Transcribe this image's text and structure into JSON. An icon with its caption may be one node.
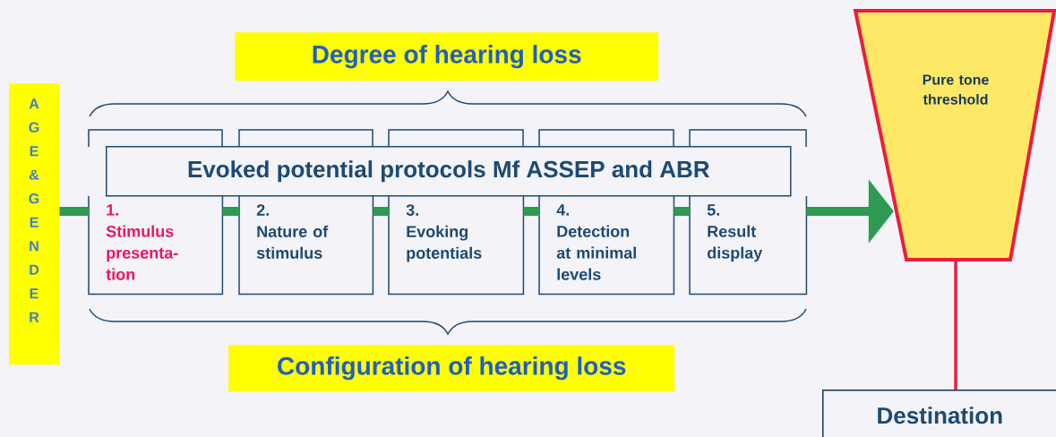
{
  "diagram": {
    "nodes": [
      {
        "text": [
          "A G E & G E N D E R"
        ]
      },
      {
        "text": [
          "Degree of hearing loss"
        ]
      },
      {
        "text": [
          "Evoked potential protocols  Mf ASSEP and ABR"
        ]
      },
      {
        "text": [
          "1.",
          "Stimulus presenta-tion"
        ]
      },
      {
        "text": [
          "2.",
          "Nature of stimulus"
        ]
      },
      {
        "text": [
          "3.",
          "Evoking potentials"
        ]
      },
      {
        "text": [
          "4.",
          "Detection at minimal levels"
        ]
      },
      {
        "text": [
          "5.",
          "Result display"
        ]
      },
      {
        "text": [
          "Configuration of hearing loss"
        ]
      },
      {
        "text": [
          "Pure tone threshold"
        ]
      },
      {
        "text": [
          "Destination"
        ]
      }
    ],
    "edges": [
      {
        "from": 0,
        "to": 3,
        "arrow": "none"
      },
      {
        "from": 3,
        "to": 4,
        "arrow": "none"
      },
      {
        "from": 4,
        "to": 5,
        "arrow": "none"
      },
      {
        "from": 5,
        "to": 6,
        "arrow": "none"
      },
      {
        "from": 6,
        "to": 7,
        "arrow": "none"
      },
      {
        "from": 7,
        "to": 9,
        "arrow": "to"
      },
      {
        "from": 9,
        "to": 10,
        "arrow": "none",
        "color": "#ee1c3c"
      }
    ]
  }
}
